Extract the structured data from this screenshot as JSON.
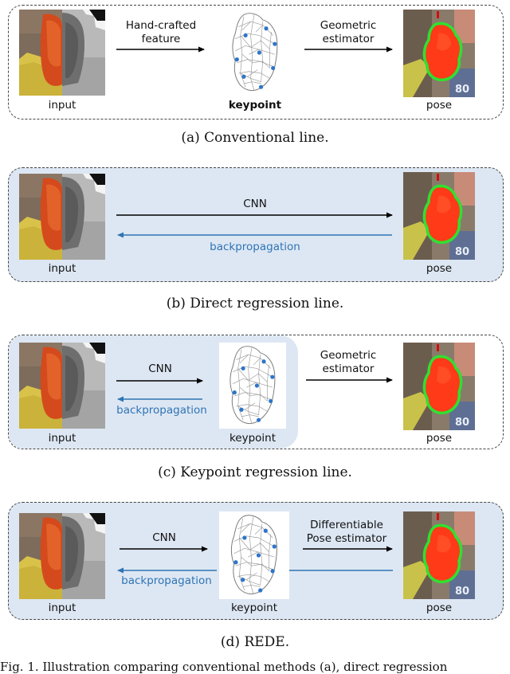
{
  "colors": {
    "forward_arrow": "#000000",
    "backprop_arrow": "#2f74b5",
    "panel_fill": "#dde7f3",
    "keypoint_dot": "#2e75c9",
    "pose_mask": "#ff3a18",
    "pose_outline": "#30e030"
  },
  "icons": {
    "input": "rgb-depth-input-image",
    "keypoint": "point-cloud-with-keypoints",
    "pose": "pose-overlay-image"
  },
  "panels": [
    {
      "caption": "(a)  Conventional line.",
      "input_label": "input",
      "keypoint_label": "keypoint",
      "pose_label": "pose",
      "arrow1_label": [
        "Hand-crafted",
        "feature"
      ],
      "arrow2_label": [
        "Geometric",
        "estimator"
      ]
    },
    {
      "caption": "(b)  Direct regression line.",
      "input_label": "input",
      "pose_label": "pose",
      "forward_label": "CNN",
      "backprop_label": "backpropagation"
    },
    {
      "caption": "(c)  Keypoint regression line.",
      "input_label": "input",
      "keypoint_label": "keypoint",
      "pose_label": "pose",
      "forward_label": "CNN",
      "backprop_label": "backpropagation",
      "arrow2_label": [
        "Geometric",
        "estimator"
      ]
    },
    {
      "caption": "(d)  REDE.",
      "input_label": "input",
      "keypoint_label": "keypoint",
      "pose_label": "pose",
      "forward_label": "CNN",
      "backprop_label": "backpropagation",
      "arrow2_label": [
        "Differentiable",
        "Pose estimator"
      ]
    }
  ],
  "footer": "Fig. 1.   Illustration comparing conventional methods (a), direct regression"
}
